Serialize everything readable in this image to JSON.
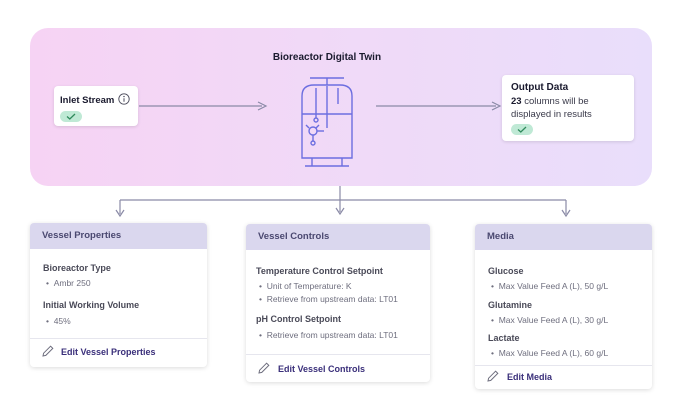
{
  "hero": {
    "title": "Bioreactor Digital Twin",
    "inlet": {
      "label": "Inlet Stream"
    },
    "output": {
      "title": "Output Data",
      "count": "23",
      "line1_rest": " columns will be",
      "line2": "displayed in results"
    }
  },
  "cards": {
    "vessel_properties": {
      "title": "Vessel Properties",
      "field1_label": "Bioreactor Type",
      "field1_value": "Ambr 250",
      "field2_label": "Initial Working Volume",
      "field2_value": "45%",
      "edit_label": "Edit Vessel Properties"
    },
    "vessel_controls": {
      "title": "Vessel Controls",
      "field1_label": "Temperature Control Setpoint",
      "field1_item1": "Unit of Temperature: K",
      "field1_item2": "Retrieve from upstream data: LT01",
      "field2_label": "pH Control Setpoint",
      "field2_item1": "Retrieve from upstream data: LT01",
      "edit_label": "Edit Vessel Controls"
    },
    "media": {
      "title": "Media",
      "field1_label": "Glucose",
      "field1_item1": "Max Value Feed A (L),  50 g/L",
      "field2_label": "Glutamine",
      "field2_item1": "Max Value Feed A (L), 30 g/L",
      "field3_label": "Lactate",
      "field3_item1": "Max Value Feed A (L), 60 g/L",
      "edit_label": "Edit Media"
    }
  },
  "colors": {
    "hero_gradient_start": "#f6d3f4",
    "hero_gradient_end": "#e9defb",
    "icon_stroke": "#6c6ee0",
    "check_pill": "#bfe9d5",
    "check_mark": "#2f8a5c",
    "card_header": "#dad7ee",
    "edit_link": "#3a2f7a"
  },
  "icons": [
    "info-icon",
    "check-icon",
    "bioreactor-icon",
    "arrow-right-icon",
    "arrow-down-icon",
    "pencil-icon"
  ]
}
